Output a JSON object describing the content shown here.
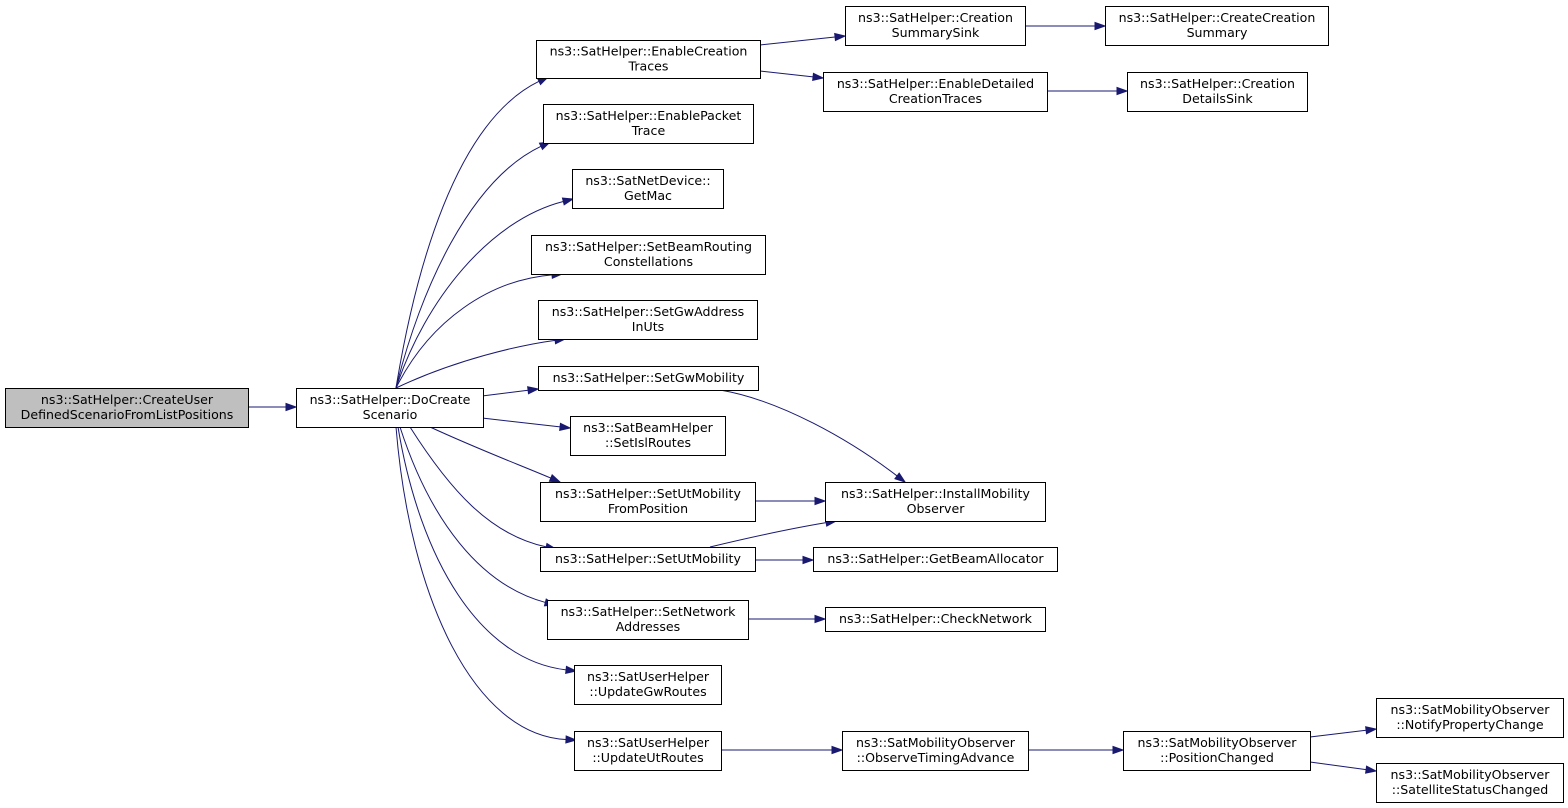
{
  "graph": {
    "nodes": [
      {
        "id": "root",
        "lines": [
          "ns3::SatHelper::CreateUser",
          "DefinedScenarioFromListPositions"
        ],
        "highlight": true
      },
      {
        "id": "docreate",
        "lines": [
          "ns3::SatHelper::DoCreate",
          "Scenario"
        ]
      },
      {
        "id": "enablecreation",
        "lines": [
          "ns3::SatHelper::EnableCreation",
          "Traces"
        ]
      },
      {
        "id": "enablepacket",
        "lines": [
          "ns3::SatHelper::EnablePacket",
          "Trace"
        ]
      },
      {
        "id": "getmac",
        "lines": [
          "ns3::SatNetDevice::",
          "GetMac"
        ]
      },
      {
        "id": "setbeamrouting",
        "lines": [
          "ns3::SatHelper::SetBeamRouting",
          "Constellations"
        ]
      },
      {
        "id": "setgwaddress",
        "lines": [
          "ns3::SatHelper::SetGwAddress",
          "InUts"
        ]
      },
      {
        "id": "setgwmobility",
        "lines": [
          "ns3::SatHelper::SetGwMobility"
        ]
      },
      {
        "id": "setislroutes",
        "lines": [
          "ns3::SatBeamHelper",
          "::SetIslRoutes"
        ]
      },
      {
        "id": "setutmobfrompos",
        "lines": [
          "ns3::SatHelper::SetUtMobility",
          "FromPosition"
        ]
      },
      {
        "id": "setutmobility",
        "lines": [
          "ns3::SatHelper::SetUtMobility"
        ]
      },
      {
        "id": "setnetwork",
        "lines": [
          "ns3::SatHelper::SetNetwork",
          "Addresses"
        ]
      },
      {
        "id": "updategw",
        "lines": [
          "ns3::SatUserHelper",
          "::UpdateGwRoutes"
        ]
      },
      {
        "id": "updateut",
        "lines": [
          "ns3::SatUserHelper",
          "::UpdateUtRoutes"
        ]
      },
      {
        "id": "creationsummarysink",
        "lines": [
          "ns3::SatHelper::Creation",
          "SummarySink"
        ]
      },
      {
        "id": "createcreationsummary",
        "lines": [
          "ns3::SatHelper::CreateCreation",
          "Summary"
        ]
      },
      {
        "id": "enabledetailed",
        "lines": [
          "ns3::SatHelper::EnableDetailed",
          "CreationTraces"
        ]
      },
      {
        "id": "creationdetailssink",
        "lines": [
          "ns3::SatHelper::Creation",
          "DetailsSink"
        ]
      },
      {
        "id": "installmobility",
        "lines": [
          "ns3::SatHelper::InstallMobility",
          "Observer"
        ]
      },
      {
        "id": "getbeamallocator",
        "lines": [
          "ns3::SatHelper::GetBeamAllocator"
        ]
      },
      {
        "id": "checknetwork",
        "lines": [
          "ns3::SatHelper::CheckNetwork"
        ]
      },
      {
        "id": "observetiming",
        "lines": [
          "ns3::SatMobilityObserver",
          "::ObserveTimingAdvance"
        ]
      },
      {
        "id": "positionchanged",
        "lines": [
          "ns3::SatMobilityObserver",
          "::PositionChanged"
        ]
      },
      {
        "id": "notifyproperty",
        "lines": [
          "ns3::SatMobilityObserver",
          "::NotifyPropertyChange"
        ]
      },
      {
        "id": "satellitestatus",
        "lines": [
          "ns3::SatMobilityObserver",
          "::SatelliteStatusChanged"
        ]
      }
    ],
    "edges": [
      {
        "from": "root",
        "to": "docreate"
      },
      {
        "from": "docreate",
        "to": "enablecreation"
      },
      {
        "from": "docreate",
        "to": "enablepacket"
      },
      {
        "from": "docreate",
        "to": "getmac"
      },
      {
        "from": "docreate",
        "to": "setbeamrouting"
      },
      {
        "from": "docreate",
        "to": "setgwaddress"
      },
      {
        "from": "docreate",
        "to": "setgwmobility"
      },
      {
        "from": "docreate",
        "to": "setislroutes"
      },
      {
        "from": "docreate",
        "to": "setutmobfrompos"
      },
      {
        "from": "docreate",
        "to": "setutmobility"
      },
      {
        "from": "docreate",
        "to": "setnetwork"
      },
      {
        "from": "docreate",
        "to": "updategw"
      },
      {
        "from": "docreate",
        "to": "updateut"
      },
      {
        "from": "enablecreation",
        "to": "creationsummarysink"
      },
      {
        "from": "enablecreation",
        "to": "enabledetailed"
      },
      {
        "from": "creationsummarysink",
        "to": "createcreationsummary"
      },
      {
        "from": "enabledetailed",
        "to": "creationdetailssink"
      },
      {
        "from": "setgwmobility",
        "to": "installmobility"
      },
      {
        "from": "setutmobfrompos",
        "to": "installmobility"
      },
      {
        "from": "setutmobility",
        "to": "installmobility"
      },
      {
        "from": "setutmobility",
        "to": "getbeamallocator"
      },
      {
        "from": "setnetwork",
        "to": "checknetwork"
      },
      {
        "from": "updateut",
        "to": "observetiming"
      },
      {
        "from": "observetiming",
        "to": "positionchanged"
      },
      {
        "from": "positionchanged",
        "to": "notifyproperty"
      },
      {
        "from": "positionchanged",
        "to": "satellitestatus"
      }
    ]
  }
}
